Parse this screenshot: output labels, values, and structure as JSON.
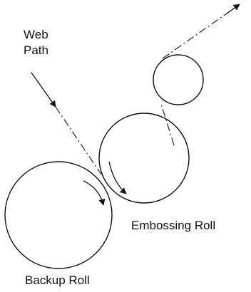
{
  "labels": {
    "web_path_line1": "Web",
    "web_path_line2": "Path",
    "embossing_roll": "Embossing Roll",
    "backup_roll": "Backup Roll"
  },
  "colors": {
    "stroke": "#111111",
    "background": "#ffffff"
  }
}
